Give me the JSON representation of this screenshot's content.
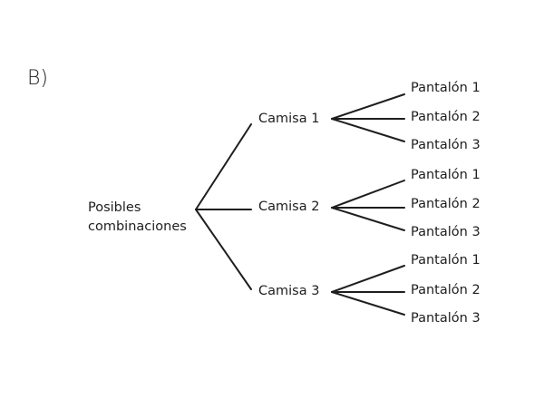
{
  "option_label": "B)",
  "root": {
    "line1": "Posibles",
    "line2": "combinaciones"
  },
  "branches": [
    {
      "label": "Camisa 1",
      "leaves": [
        "Pantalón 1",
        "Pantalón 2",
        "Pantalón 3"
      ]
    },
    {
      "label": "Camisa 2",
      "leaves": [
        "Pantalón 1",
        "Pantalón 2",
        "Pantalón 3"
      ]
    },
    {
      "label": "Camisa 3",
      "leaves": [
        "Pantalón 1",
        "Pantalón 2",
        "Pantalón 3"
      ]
    }
  ]
}
